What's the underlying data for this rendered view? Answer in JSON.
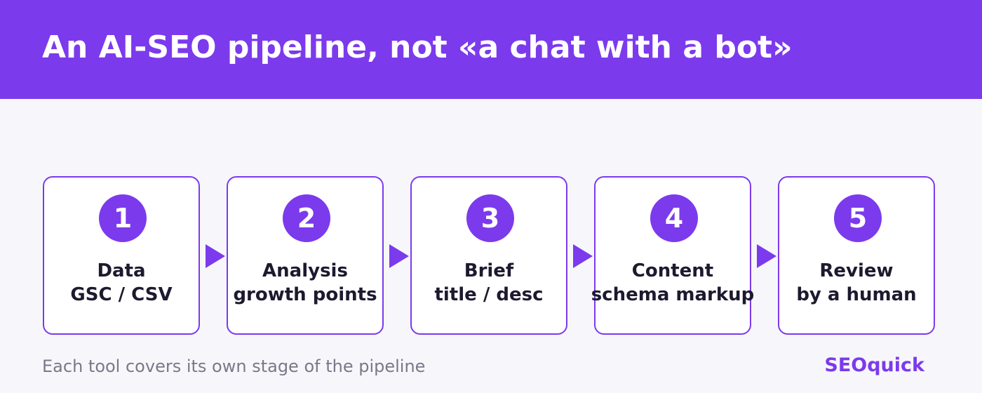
{
  "header": {
    "title": "An AI-SEO pipeline, not «a chat with a bot»",
    "background_color": "#7c3aed"
  },
  "pipeline": {
    "accent_color": "#7c3aed",
    "stages": [
      {
        "number": "1",
        "title": "Data",
        "subtitle": "GSC / CSV"
      },
      {
        "number": "2",
        "title": "Analysis",
        "subtitle": "growth points"
      },
      {
        "number": "3",
        "title": "Brief",
        "subtitle": "title / desc"
      },
      {
        "number": "4",
        "title": "Content",
        "subtitle": "schema markup"
      },
      {
        "number": "5",
        "title": "Review",
        "subtitle": "by a human"
      }
    ],
    "connector_icon": "triangle-arrow-right-icon"
  },
  "footer": {
    "note": "Each tool covers its own stage of the pipeline",
    "brand": "SEOquick"
  }
}
